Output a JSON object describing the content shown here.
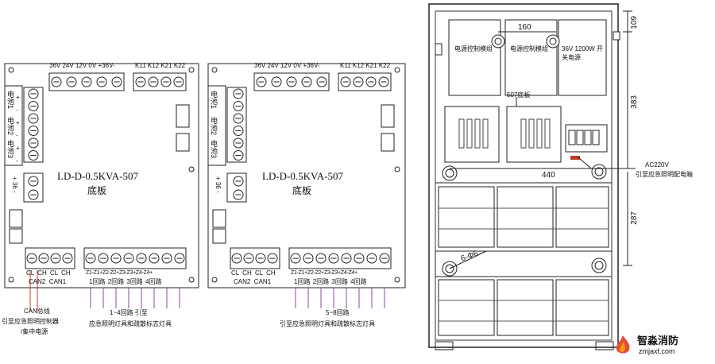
{
  "board": {
    "model": "LD-D-0.5KVA-507",
    "subtitle": "底板",
    "top_terminals": [
      "36V",
      "24V",
      "12V",
      "0V",
      "+36V-"
    ],
    "k_terminals": [
      "K11",
      "K12",
      "K21",
      "K22"
    ],
    "battery_labels": [
      "电池1",
      "电池2",
      "电池3"
    ],
    "pm": [
      "+",
      "-",
      "+",
      "-",
      "+",
      "-"
    ],
    "v36_label": "+ 36 -",
    "can_pins": [
      "CL",
      "CH",
      "CL",
      "CH"
    ],
    "can_groups": [
      "CAN2",
      "CAN1"
    ],
    "z_pins_1": [
      "Z1-",
      "Z1+",
      "Z2-",
      "Z2+",
      "Z3-",
      "Z3+",
      "Z4-",
      "Z4+"
    ],
    "route_labels_1": [
      "1回路",
      "2回路",
      "3回路",
      "4回路"
    ]
  },
  "left_notes": {
    "can_bus": "CAN总线",
    "can_target": "引至应急照明控制器",
    "can_target2": "/集中电源",
    "loops_title": "1~4回路 引至",
    "loops_target": "应急照明灯具和疏散标志灯具"
  },
  "mid_notes": {
    "loops_title": "5~8回路",
    "loops_target": "引至应急照明灯具和疏散标志灯具"
  },
  "cabinet": {
    "module1": "电源控制模组",
    "module2": "电源控制模组",
    "psu": "36V 1200W 开关电源",
    "dim_160": "160",
    "board_label": "507底板",
    "ac_label": "AC220V",
    "ac_target": "引至应急照明配电箱",
    "dim_440": "440",
    "holes": "6-Φ6",
    "dim_109": "109",
    "dim_383": "383",
    "dim_287": "287"
  },
  "watermark": {
    "name": "智淼消防",
    "url": "zmjaxf.com"
  }
}
